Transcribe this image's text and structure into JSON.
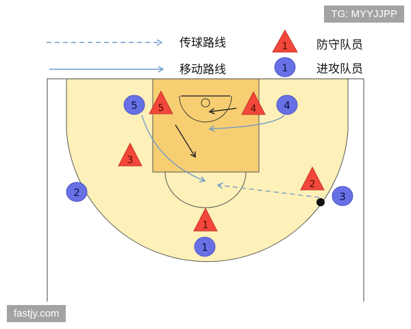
{
  "legend": {
    "pass_label": "传球路线",
    "move_label": "移动路线",
    "defender_label": "防守队员",
    "attacker_label": "进攻队员",
    "defender_icon_number": "1",
    "attacker_icon_number": "1"
  },
  "defenders": [
    {
      "number": "1"
    },
    {
      "number": "2"
    },
    {
      "number": "3"
    },
    {
      "number": "4"
    },
    {
      "number": "5"
    }
  ],
  "attackers": [
    {
      "number": "1"
    },
    {
      "number": "2"
    },
    {
      "number": "3"
    },
    {
      "number": "4"
    },
    {
      "number": "5"
    }
  ],
  "watermarks": {
    "top": "TG: MYYJJPP",
    "bottom": "fastjy.com"
  },
  "colors": {
    "court_fill": "#fdf0b8",
    "paint_fill": "#f7cf72",
    "defender_fill": "#f2473a",
    "attacker_fill": "#6870e6",
    "route_line": "#6d99c8",
    "dark_line": "#2a2a2a"
  }
}
